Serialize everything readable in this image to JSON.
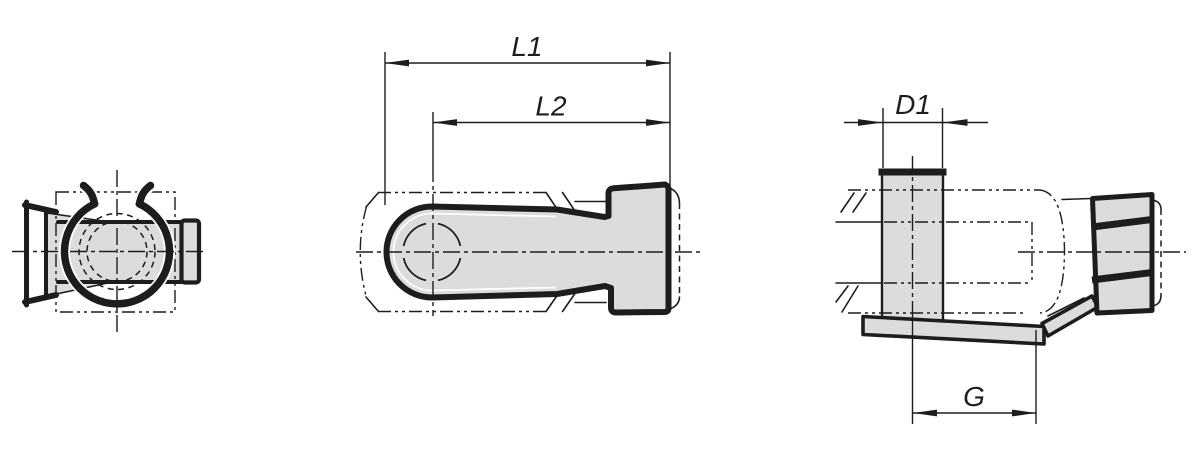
{
  "drawing": {
    "description": "technical-drawing-three-views-retaining-clip",
    "dimensions": {
      "l1": {
        "label": "L1"
      },
      "l2": {
        "label": "L2"
      },
      "d1": {
        "label": "D1"
      },
      "g": {
        "label": "G"
      }
    },
    "colors": {
      "line": "#1d1d1b",
      "fill": "#dcdcdc",
      "background": "#ffffff"
    }
  }
}
